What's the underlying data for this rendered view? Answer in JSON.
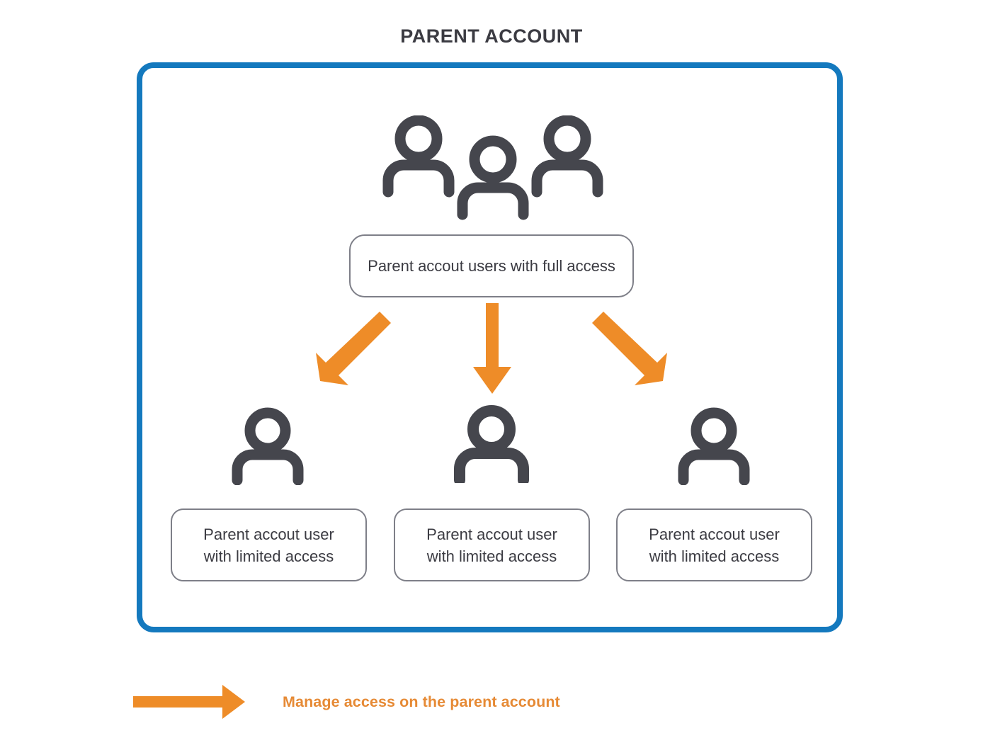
{
  "title": "PARENT ACCOUNT",
  "colors": {
    "container_border": "#1479be",
    "box_border": "#7e7f88",
    "icon": "#45464d",
    "arrow": "#ee8c28",
    "title_text": "#3b3b42",
    "legend_text": "#e68a35",
    "background": "#ffffff"
  },
  "diagram": {
    "group_icon_name": "users-group-icon",
    "parent_full_access": {
      "label": "Parent accout users with full access",
      "icon": "users-group-icon"
    },
    "children": [
      {
        "icon": "person-icon",
        "line1": "Parent accout user",
        "line2": "with limited access",
        "arrow": "arrow-down-left"
      },
      {
        "icon": "person-icon",
        "line1": "Parent accout user",
        "line2": "with limited access",
        "arrow": "arrow-down"
      },
      {
        "icon": "person-icon",
        "line1": "Parent accout user",
        "line2": "with limited access",
        "arrow": "arrow-down-right"
      }
    ]
  },
  "legend": {
    "icon": "arrow-right-icon",
    "label": "Manage access on the parent account"
  }
}
